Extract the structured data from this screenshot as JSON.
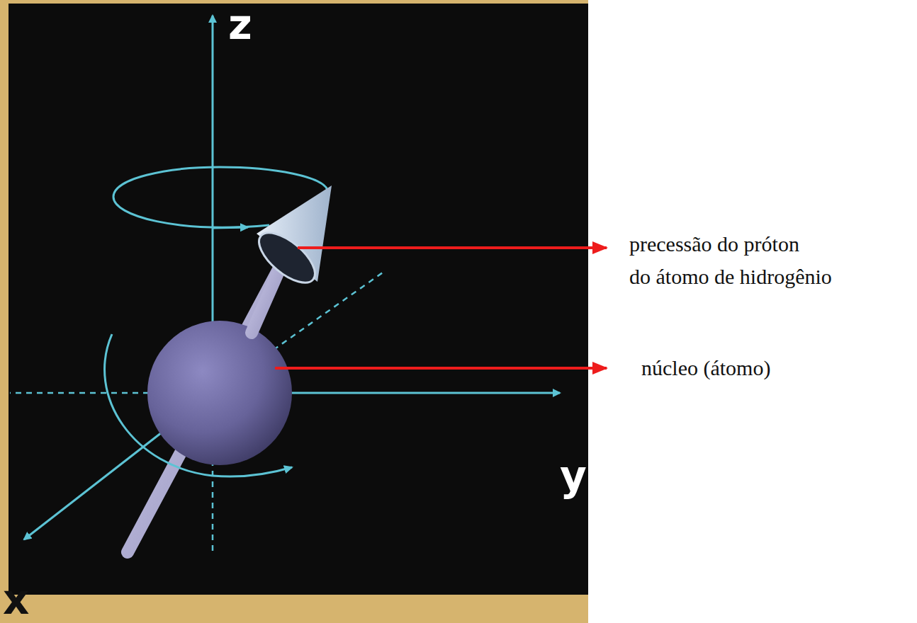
{
  "diagram": {
    "labels": [
      "z",
      "y",
      "x",
      "precessão do próton",
      "do átomo de hidrogênio",
      "núcleo (átomo)"
    ]
  }
}
